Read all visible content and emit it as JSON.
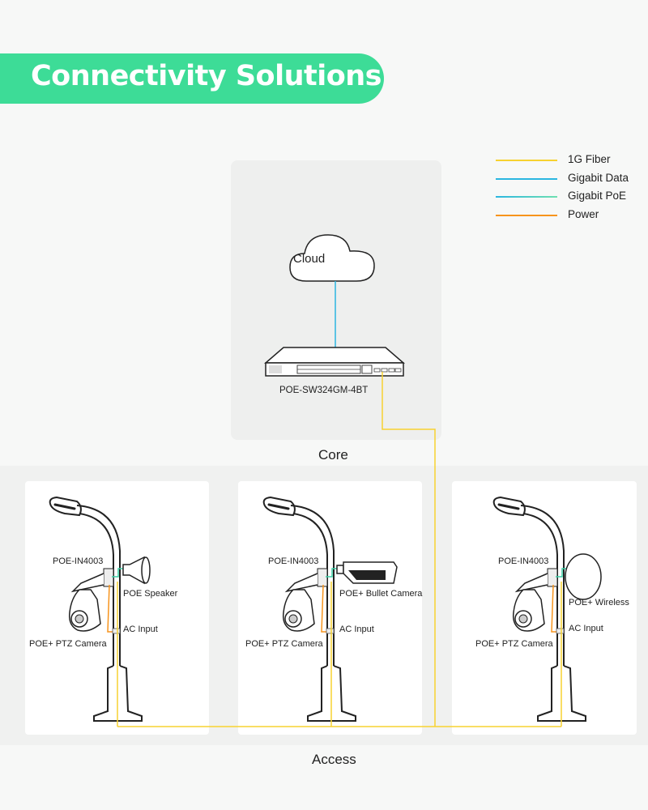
{
  "title": "Connectivity Solutions",
  "legend": [
    {
      "label": "1G Fiber",
      "color": "#f7d230"
    },
    {
      "label": "Gigabit Data",
      "color": "#2bb6e0"
    },
    {
      "label": "Gigabit PoE",
      "color": "#3fd0a8"
    },
    {
      "label": "Power",
      "color": "#f7941d"
    }
  ],
  "core": {
    "cloud": "Cloud",
    "switch": "POE-SW324GM-4BT",
    "section": "Core"
  },
  "access": {
    "section": "Access",
    "poles": [
      {
        "injector": "POE-IN4003",
        "device": "POE Speaker",
        "ac": "AC Input",
        "camera": "POE+ PTZ Camera"
      },
      {
        "injector": "POE-IN4003",
        "device": "POE+ Bullet Camera",
        "ac": "AC Input",
        "camera": "POE+ PTZ Camera"
      },
      {
        "injector": "POE-IN4003",
        "device": "POE+ Wireless",
        "ac": "AC Input",
        "camera": "POE+ PTZ Camera"
      }
    ]
  }
}
